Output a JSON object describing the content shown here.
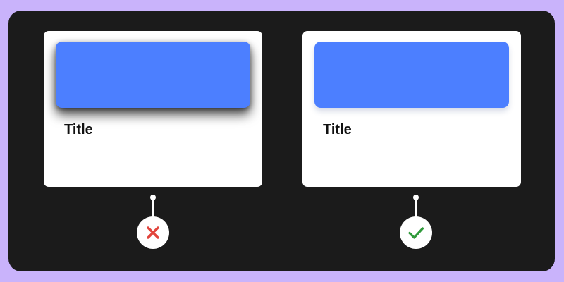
{
  "cards": [
    {
      "title": "Title",
      "shadow": "heavy",
      "status": "incorrect",
      "status_icon": "cross-icon",
      "status_color": "#e2443c"
    },
    {
      "title": "Title",
      "shadow": "subtle",
      "status": "correct",
      "status_icon": "check-icon",
      "status_color": "#2f9a3a"
    }
  ],
  "colors": {
    "page_background": "#c9b3fb",
    "panel_background": "#1b1b1b",
    "card_background": "#ffffff",
    "banner_fill": "#4c7fff"
  }
}
